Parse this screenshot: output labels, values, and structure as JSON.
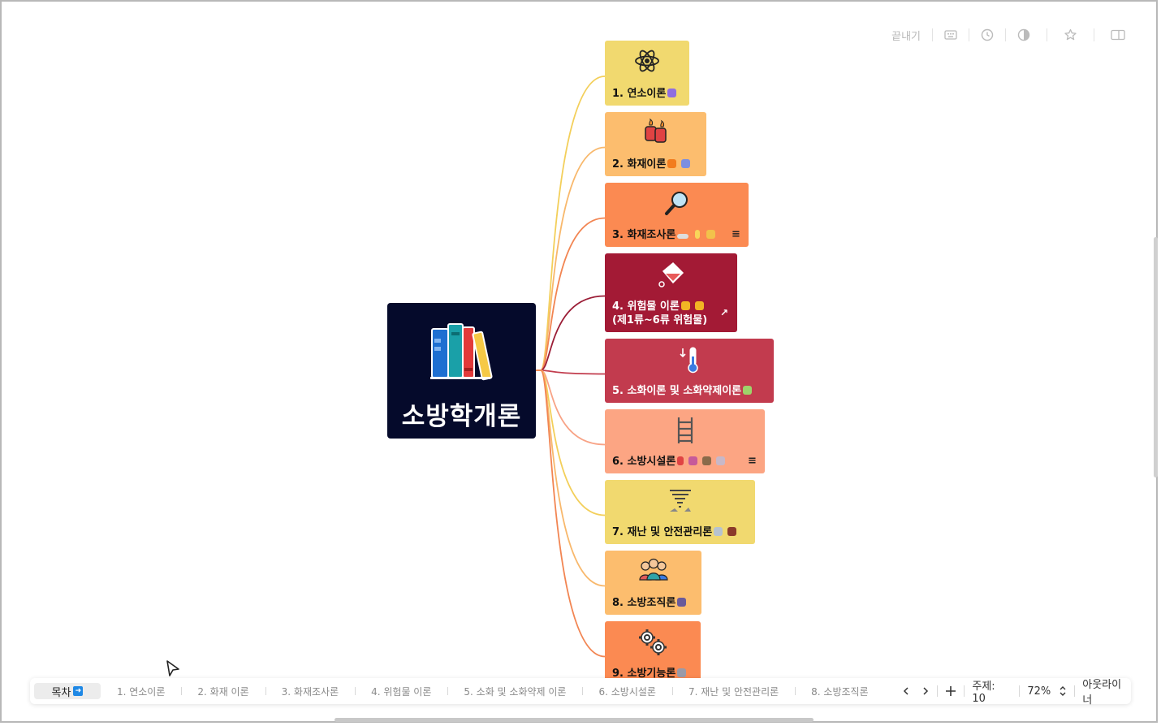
{
  "toolbar": {
    "exit_label": "끝내기",
    "icons": [
      "keyboard-icon",
      "history-icon",
      "contrast-icon",
      "star-icon",
      "sidebar-icon"
    ]
  },
  "root": {
    "title": "소방학개론",
    "icon": "books-icon",
    "bg": "#050a2b"
  },
  "nodes": [
    {
      "label": "1. 연소이론",
      "icon": "atom-icon",
      "bg": "#f1d96f",
      "fg": "#111111",
      "line": "#f3cf5a"
    },
    {
      "label": "2. 화재이론",
      "icon": "fire-barrels-icon",
      "bg": "#fcbd6e",
      "fg": "#111111",
      "line": "#f8b86c"
    },
    {
      "label": "3. 화재조사론",
      "icon": "magnifier-icon",
      "bg": "#fb8a52",
      "fg": "#111111",
      "line": "#f28552"
    },
    {
      "label": "4. 위험물 이론",
      "label2": "(제1류~6류 위험물)",
      "icon": "paint-bucket-icon",
      "bg": "#a31a35",
      "fg": "#ffffff",
      "line": "#9b1d36"
    },
    {
      "label": "5. 소화이론 및 소화약제이론",
      "icon": "thermometer-icon",
      "bg": "#c23b4e",
      "fg": "#ffffff",
      "line": "#c23d4e"
    },
    {
      "label": "6. 소방시설론",
      "icon": "ladder-icon",
      "bg": "#fca583",
      "fg": "#111111",
      "line": "#f8a386"
    },
    {
      "label": "7. 재난 및 안전관리론",
      "icon": "tornado-icon",
      "bg": "#f1d96f",
      "fg": "#111111",
      "line": "#f3cf5a"
    },
    {
      "label": "8. 소방조직론",
      "icon": "team-icon",
      "bg": "#fcbd6e",
      "fg": "#111111",
      "line": "#f8b86c"
    },
    {
      "label": "9. 소방기능론",
      "icon": "gears-icon",
      "bg": "#fb8a52",
      "fg": "#111111",
      "line": "#f28552"
    }
  ],
  "bottombar": {
    "toc_label": "목차",
    "tabs": [
      "1. 연소이론",
      "2. 화재 이론",
      "3. 화재조사론",
      "4. 위험물 이론",
      "5. 소화 및 소화약제 이론",
      "6. 소방시설론",
      "7. 재난 및 안전관리론",
      "8. 소방조직론"
    ],
    "topic_count_label": "주제: 10",
    "zoom_label": "72%",
    "outliner_label": "아웃라이너"
  }
}
